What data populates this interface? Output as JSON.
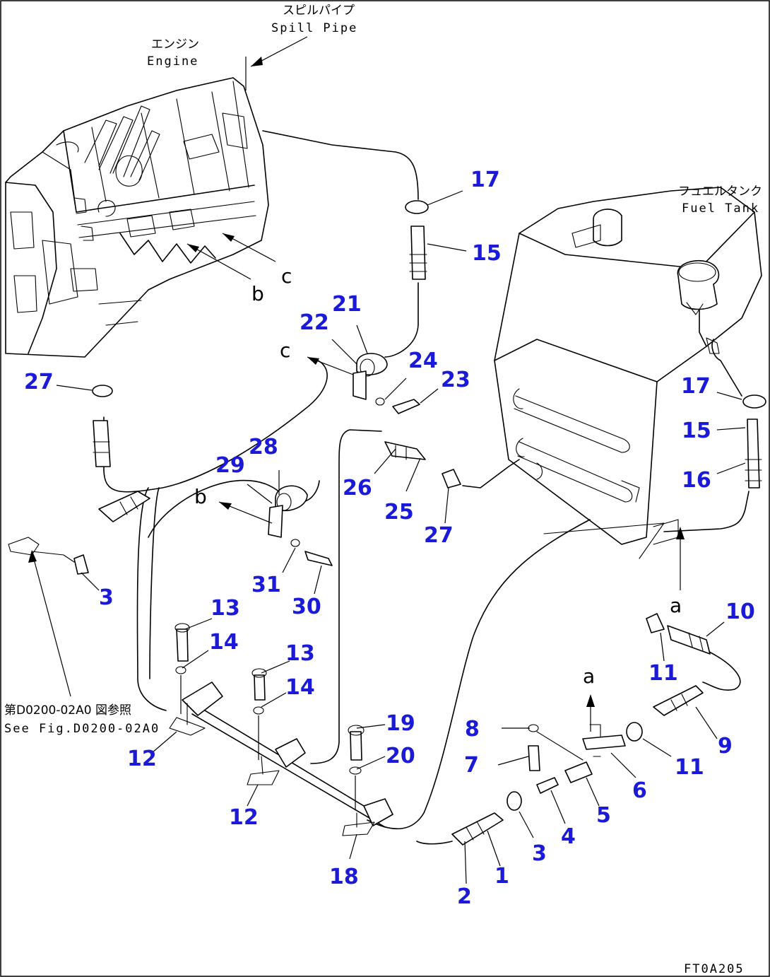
{
  "diagram": {
    "labels": {
      "spill_pipe_jp": "スピルパイプ",
      "spill_pipe": "Spill Pipe",
      "engine_jp": "エンジン",
      "engine": "Engine",
      "fuel_tank_jp": "フュエルタンク",
      "fuel_tank": "Fuel Tank",
      "see_fig_jp": "第D0200-02A0 図参照",
      "see_fig": "See Fig.D0200-02A0",
      "drawing_code": "FT0A205"
    },
    "view_refs": {
      "a": "a",
      "b": "b",
      "c": "c"
    },
    "part_numbers": [
      "1",
      "2",
      "3",
      "4",
      "5",
      "6",
      "7",
      "8",
      "9",
      "10",
      "11",
      "12",
      "13",
      "14",
      "15",
      "16",
      "17",
      "18",
      "19",
      "20",
      "21",
      "22",
      "23",
      "24",
      "25",
      "26",
      "27",
      "28",
      "29",
      "30",
      "31"
    ],
    "colors": {
      "part_number": "#1a1ad8",
      "line": "#000000",
      "background": "#ffffff"
    }
  }
}
